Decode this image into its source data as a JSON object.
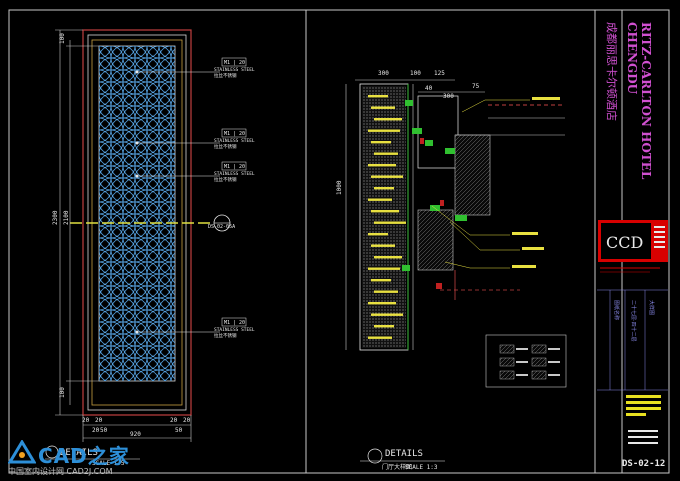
{
  "left_drawing": {
    "callout_code": "M1 | 20",
    "callout_lines": [
      "STAINLESS STEEL",
      "拉丝不锈钢"
    ],
    "top_dim": "100",
    "bottom_dim": "100",
    "overall_height": "2300",
    "inner_height": "2100",
    "bottom_dims": [
      "20",
      "20",
      "20",
      "20",
      "20",
      "50",
      "50"
    ],
    "overall_width": "920",
    "section_tag": "DS-02-05A",
    "title": "DETAILS",
    "scale": "SCALE 1:5"
  },
  "right_drawing": {
    "top_dims": [
      "300",
      "100",
      "125"
    ],
    "inner_dims": [
      "40",
      "300",
      "75"
    ],
    "height_dim": "1000",
    "title": "DETAILS",
    "subtitle": "门厅大样图",
    "scale": "SCALE 1:3"
  },
  "title_block": {
    "hotel_cn": "成都丽思卡尔顿酒店",
    "hotel_en_1": "CHENGDU",
    "hotel_en_2": "RITZ-CARLTON HOTEL",
    "logo": "CCD",
    "info_lines": [
      "图纸名称",
      "二十七层·四十二层",
      "大样图"
    ],
    "drawing_no": "DS-02-12"
  },
  "watermark": {
    "brand": "CAD之家",
    "url": "中国室内设计网 CAD2J.COM"
  }
}
